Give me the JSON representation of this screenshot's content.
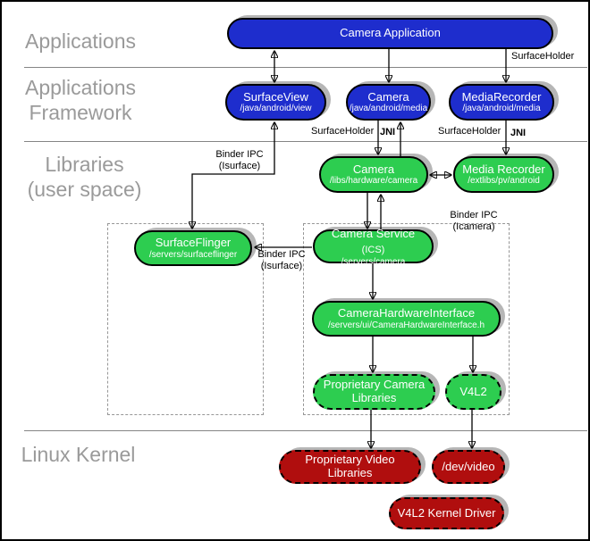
{
  "layers": {
    "applications": {
      "line1": "Applications"
    },
    "framework": {
      "line1": "Applications",
      "line2": "Framework"
    },
    "libraries": {
      "line1": "Libraries",
      "line2": "(user space)"
    },
    "kernel": {
      "line1": "Linux Kernel"
    }
  },
  "nodes": {
    "camera_application": {
      "title": "Camera Application"
    },
    "surface_view": {
      "title": "SurfaceView",
      "subtitle": "/java/android/view"
    },
    "camera_java": {
      "title": "Camera",
      "subtitle": "/java/android/media"
    },
    "media_recorder_java": {
      "title": "MediaRecorder",
      "subtitle": "/java/android/media"
    },
    "camera_lib": {
      "title": "Camera",
      "subtitle": "/libs/hardware/camera"
    },
    "media_recorder_lib": {
      "title": "Media Recorder",
      "subtitle": "/extlibs/pv/android"
    },
    "surface_flinger": {
      "title": "SurfaceFlinger",
      "subtitle": "/servers/surfaceflinger"
    },
    "camera_service": {
      "title": "Camera Service",
      "title_suffix": "(ICS)",
      "subtitle": "/servers/camera"
    },
    "camera_hardware_interface": {
      "title": "CameraHardwareInterface",
      "subtitle": "/servers/ui/CameraHardwareInterface.h"
    },
    "proprietary_camera_libraries": {
      "title": "Proprietary Camera Libraries"
    },
    "v4l2": {
      "title": "V4L2"
    },
    "proprietary_video_libraries": {
      "title": "Proprietary Video Libraries"
    },
    "dev_video": {
      "title": "/dev/video"
    },
    "v4l2_kernel_driver": {
      "title": "V4L2 Kernel Driver"
    }
  },
  "edge_labels": {
    "surface_holder_top": "SurfaceHolder",
    "surface_holder_camera": "SurfaceHolder",
    "jni_camera": "JNI",
    "surface_holder_recorder": "SurfaceHolder",
    "jni_recorder": "JNI",
    "binder_ipc_surfaceview": {
      "line1": "Binder IPC",
      "line2": "(Isurface)"
    },
    "binder_ipc_icamera": {
      "line1": "Binder IPC",
      "line2": "(Icamera)"
    },
    "binder_ipc_isurface": {
      "line1": "Binder IPC",
      "line2": "(Isurface)"
    }
  },
  "colors": {
    "framework_blue": "#1e2dcd",
    "library_green": "#2dcd50",
    "kernel_red": "#b00e0e",
    "shadow_gray": "#b6b6b6",
    "layer_label_gray": "#9a9a9a"
  }
}
